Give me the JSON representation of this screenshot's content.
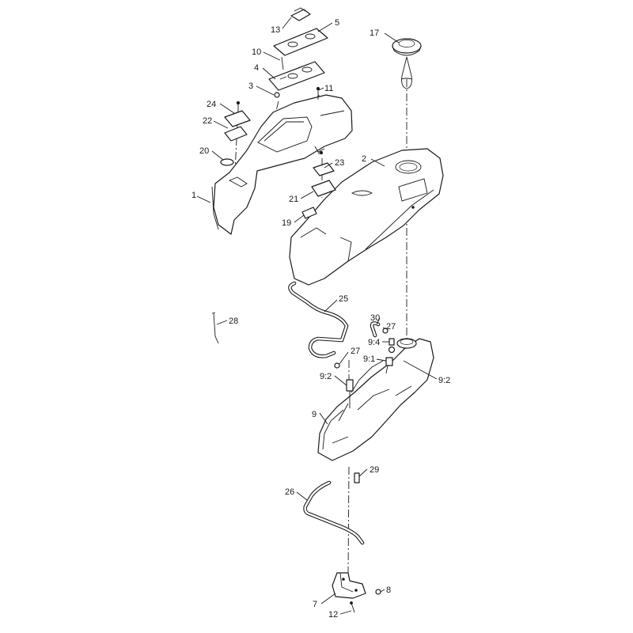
{
  "diagram": {
    "callouts": {
      "c13": "13",
      "c5": "5",
      "c17": "17",
      "c10": "10",
      "c4": "4",
      "c3": "3",
      "c11": "11",
      "c24": "24",
      "c22": "22",
      "c20": "20",
      "c2": "2",
      "c23": "23",
      "c21": "21",
      "c1": "1",
      "c19": "19",
      "c25": "25",
      "c28": "28",
      "c30": "30",
      "c27a": "27",
      "c94": "9:4",
      "c27b": "27",
      "c91": "9:1",
      "c92a": "9:2",
      "c92b": "9:2",
      "c9": "9",
      "c29": "29",
      "c26": "26",
      "c8": "8",
      "c7": "7",
      "c12": "12"
    }
  }
}
